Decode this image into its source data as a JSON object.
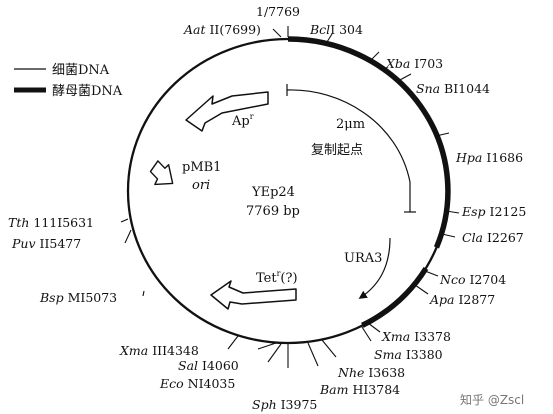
{
  "legend": [
    {
      "label": "细菌DNA",
      "style": "thin"
    },
    {
      "label": "酵母菌DNA",
      "style": "thick"
    }
  ],
  "plasmid": {
    "name": "YEp24",
    "size": "7769 bp"
  },
  "features": {
    "ap": {
      "name": "Ap",
      "sup": "r"
    },
    "pmb1": {
      "name": "pMB1",
      "sub": "ori"
    },
    "two_micron": {
      "line1": "2μm",
      "line2": "复制起点"
    },
    "ura3": {
      "name": "URA3"
    },
    "tet": {
      "name": "Tet",
      "sup": "r",
      "suffix": "(?)"
    }
  },
  "sites": [
    {
      "id": "origin",
      "italic": "",
      "rest": "1/7769"
    },
    {
      "id": "aatii",
      "italic": "Aat",
      "rest": " II(7699)"
    },
    {
      "id": "bcli",
      "italic": "Bcl",
      "rest": "I  304"
    },
    {
      "id": "xbai",
      "italic": "Xba",
      "rest": "  I703"
    },
    {
      "id": "snabi",
      "italic": "Sna",
      "rest": "  BI1044"
    },
    {
      "id": "hpai",
      "italic": "Hpa",
      "rest": "  I1686"
    },
    {
      "id": "espi",
      "italic": "Esp",
      "rest": "  I2125"
    },
    {
      "id": "clai",
      "italic": "Cla",
      "rest": "  I2267"
    },
    {
      "id": "ncoi",
      "italic": "Nco",
      "rest": "  I2704"
    },
    {
      "id": "apai",
      "italic": "Apa",
      "rest": "  I2877"
    },
    {
      "id": "xmai3378",
      "italic": "Xma",
      "rest": "  I3378"
    },
    {
      "id": "smai",
      "italic": "Sma",
      "rest": "  I3380"
    },
    {
      "id": "nhei",
      "italic": "Nhe",
      "rest": "  I3638"
    },
    {
      "id": "bamhi",
      "italic": "Bam",
      "rest": "  HI3784"
    },
    {
      "id": "sphi",
      "italic": "Sph",
      "rest": "  I3975"
    },
    {
      "id": "econi",
      "italic": "Eco",
      "rest": "  NI4035"
    },
    {
      "id": "sali",
      "italic": "Sal",
      "rest": "  I4060"
    },
    {
      "id": "xmaiii",
      "italic": "Xma",
      "rest": "  III4348"
    },
    {
      "id": "bspmi",
      "italic": "Bsp",
      "rest": "  MI5073"
    },
    {
      "id": "puvii",
      "italic": "Puv",
      "rest": "  II5477"
    },
    {
      "id": "tthiii",
      "italic": "Tth",
      "rest": "  111I5631"
    }
  ],
  "watermark": "知乎 @Zscl"
}
